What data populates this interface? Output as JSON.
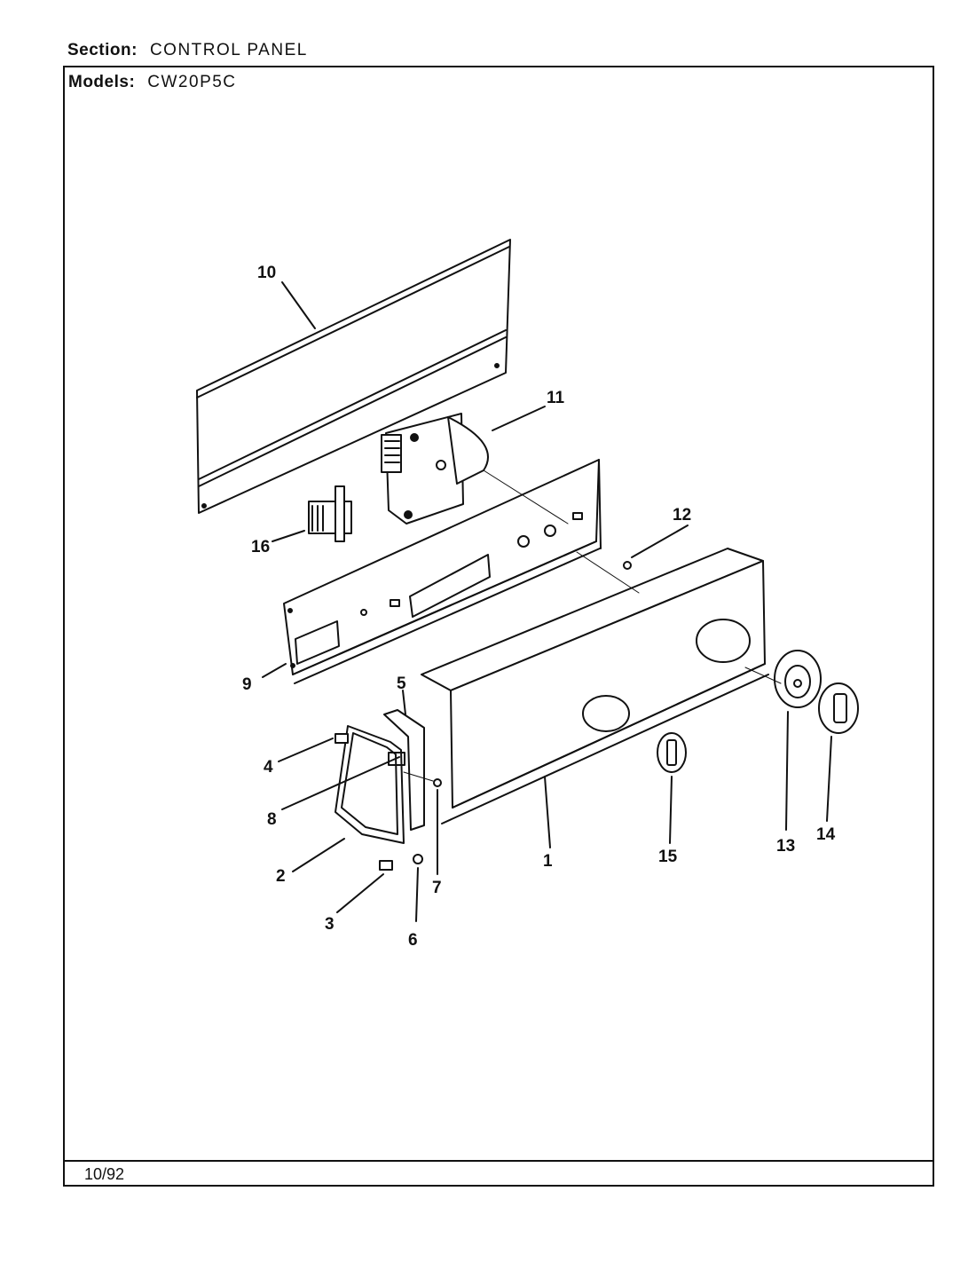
{
  "header": {
    "section_label": "Section:",
    "section_value": "CONTROL PANEL",
    "models_label": "Models:",
    "models_value": "CW20P5C"
  },
  "footer": {
    "date": "10/92"
  },
  "callouts": [
    "1",
    "2",
    "3",
    "4",
    "5",
    "6",
    "7",
    "8",
    "9",
    "10",
    "11",
    "12",
    "13",
    "14",
    "15",
    "16"
  ]
}
